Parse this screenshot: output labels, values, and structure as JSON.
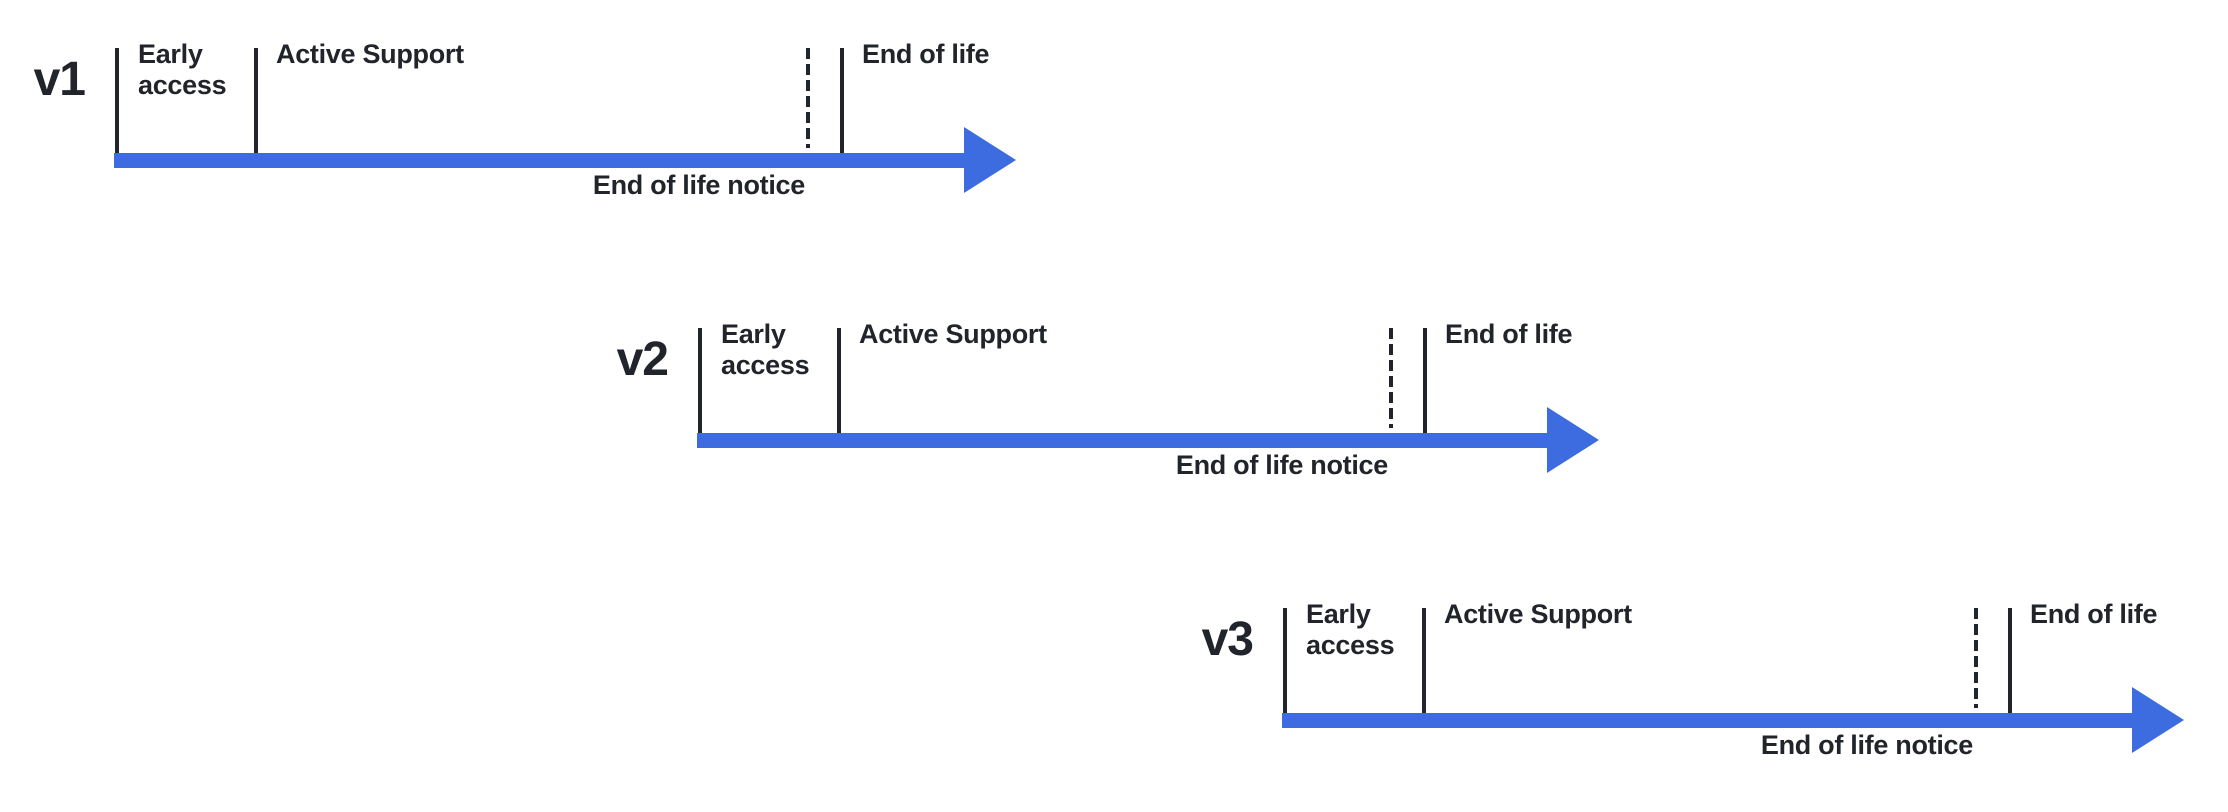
{
  "colors": {
    "arrow": "#3c6ce0",
    "ink": "#21252b",
    "background": "#ffffff"
  },
  "timelines": [
    {
      "version": "v1",
      "early_access": "Early access",
      "active_support": "Active Support",
      "end_of_life": "End of life",
      "end_of_life_notice": "End of life notice"
    },
    {
      "version": "v2",
      "early_access": "Early access",
      "active_support": "Active Support",
      "end_of_life": "End of life",
      "end_of_life_notice": "End of life notice"
    },
    {
      "version": "v3",
      "early_access": "Early access",
      "active_support": "Active Support",
      "end_of_life": "End of life",
      "end_of_life_notice": "End of life notice"
    }
  ]
}
